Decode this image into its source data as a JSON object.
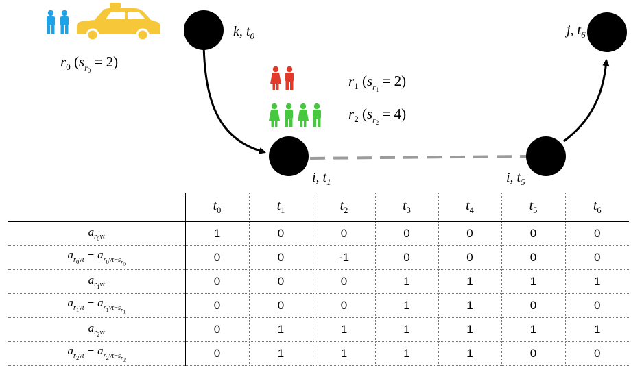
{
  "nodes": {
    "k": {
      "name": "k",
      "time": "t0"
    },
    "i1": {
      "name": "i",
      "time": "t1"
    },
    "i5": {
      "name": "i",
      "time": "t5"
    },
    "j": {
      "name": "j",
      "time": "t6"
    }
  },
  "requests": [
    {
      "id": "r0",
      "size": "2",
      "color": "#1FA3E8"
    },
    {
      "id": "r1",
      "size": "2",
      "color": "#E23A2A"
    },
    {
      "id": "r2",
      "size": "4",
      "color": "#48C83E"
    }
  ],
  "colors": {
    "taxi": "#F7C73A",
    "dashed_edge": "#9b9b9b"
  },
  "table": {
    "columns": [
      "t0",
      "t1",
      "t2",
      "t3",
      "t4",
      "t5",
      "t6"
    ],
    "rows": [
      {
        "label": "a_{r0 v t}",
        "values": [
          "1",
          "0",
          "0",
          "0",
          "0",
          "0",
          "0"
        ]
      },
      {
        "label": "a_{r0 v t} − a_{r0 v t−s_r0}",
        "values": [
          "0",
          "0",
          "-1",
          "0",
          "0",
          "0",
          "0"
        ]
      },
      {
        "label": "a_{r1 v t}",
        "values": [
          "0",
          "0",
          "0",
          "1",
          "1",
          "1",
          "1"
        ]
      },
      {
        "label": "a_{r1 v t} − a_{r1 v t−s_r1}",
        "values": [
          "0",
          "0",
          "0",
          "1",
          "1",
          "0",
          "0"
        ]
      },
      {
        "label": "a_{r2 v t}",
        "values": [
          "0",
          "1",
          "1",
          "1",
          "1",
          "1",
          "1"
        ]
      },
      {
        "label": "a_{r2 v t} − a_{r2 v t−s_r2}",
        "values": [
          "0",
          "1",
          "1",
          "1",
          "1",
          "0",
          "0"
        ]
      }
    ]
  }
}
